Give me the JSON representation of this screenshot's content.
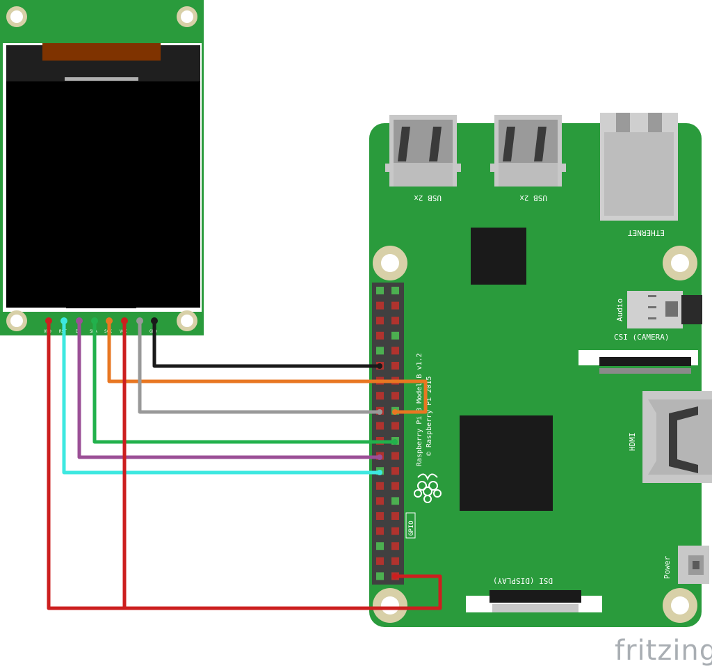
{
  "display": {
    "pin_labels": [
      "VDD",
      "RST",
      "DC",
      "SDA",
      "SCK",
      "VCC",
      "GND"
    ]
  },
  "board": {
    "model_text": "Raspberry Pi 3 Model B v1.2",
    "copyright_text": "© Raspberry Pi 2015",
    "usb_label_1": "USB 2x",
    "usb_label_2": "USB 2x",
    "ethernet_label": "ETHERNET",
    "audio_label": "Audio",
    "csi_label": "CSI (CAMERA)",
    "hdmi_label": "HDMI",
    "dsi_label": "DSI (DISPLAY)",
    "gpio_label": "GPIO",
    "power_label": "Power"
  },
  "brand": {
    "text": "fritzing"
  },
  "wires": [
    {
      "name": "gnd-wire",
      "color": "#1a1a1a"
    },
    {
      "name": "sck-wire",
      "color": "#e87722"
    },
    {
      "name": "vcc-wire",
      "color": "#999999"
    },
    {
      "name": "sda-wire",
      "color": "#22b14c"
    },
    {
      "name": "dc-wire",
      "color": "#9b4f96"
    },
    {
      "name": "rst-wire",
      "color": "#3de8e0"
    },
    {
      "name": "vdd-wire",
      "color": "#cc1f1f"
    }
  ],
  "colors": {
    "pcb_green": "#2a9b3c",
    "display_black": "#000000",
    "fpc_orange": "#7f3300"
  }
}
